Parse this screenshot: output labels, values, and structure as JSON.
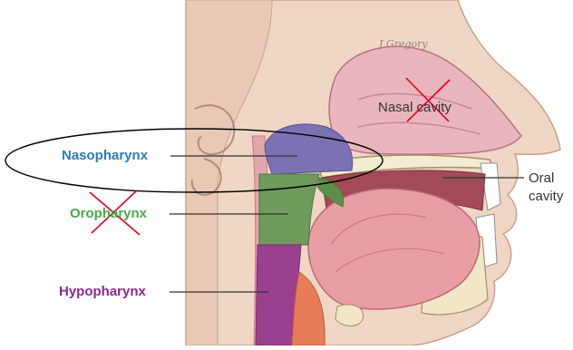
{
  "diagram": {
    "signature": "J Gregory",
    "labels": {
      "nasopharynx": "Nasopharynx",
      "oropharynx": "Oropharynx",
      "hypopharynx": "Hypopharynx",
      "nasal_cavity": "Nasal cavity",
      "oral_cavity_line1": "Oral",
      "oral_cavity_line2": "cavity"
    },
    "colors": {
      "nasopharynx": "#2b7bb9",
      "oropharynx": "#4aa84a",
      "hypopharynx": "#8b2a8f",
      "cross_mark": "#e0001b",
      "nasopharynx_region": "#7b72b4",
      "oropharynx_region": "#6f9b5c",
      "hypopharynx_region": "#9b3f8f",
      "skin": "#f0d6c4",
      "tissue_pink": "#e8a9b0",
      "tongue": "#e99da4"
    },
    "annotations": {
      "circled": "Nasopharynx",
      "crossed_out": [
        "Oropharynx",
        "Nasal cavity"
      ]
    }
  }
}
